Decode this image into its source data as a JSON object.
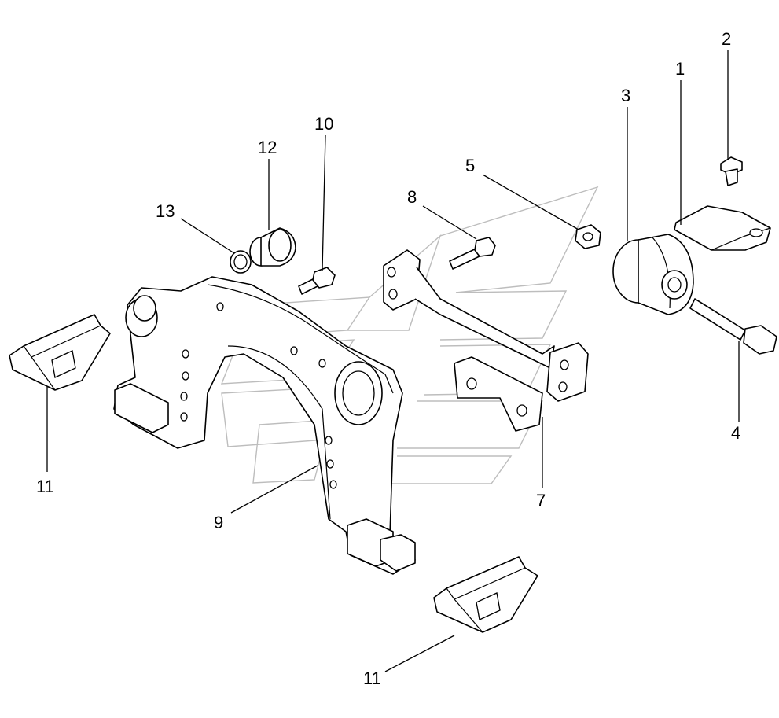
{
  "callouts": {
    "c1": "1",
    "c2": "2",
    "c3": "3",
    "c4": "4",
    "c5": "5",
    "c7": "7",
    "c8": "8",
    "c9": "9",
    "c10": "10",
    "c11a": "11",
    "c11b": "11",
    "c12": "12",
    "c13": "13"
  },
  "colors": {
    "line": "#000000",
    "watermark": "#bdbdbd",
    "background": "#ffffff"
  }
}
